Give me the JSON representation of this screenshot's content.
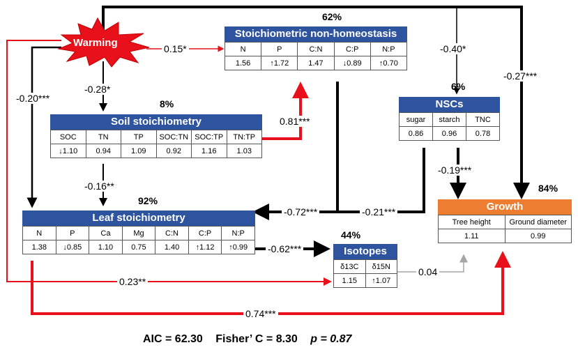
{
  "warming": {
    "label": "Warming"
  },
  "nodes": {
    "stoich_nonhomeo": {
      "title": "Stoichiometric non-homeostasis",
      "r2": "62%",
      "headers": [
        "N",
        "P",
        "C:N",
        "C:P",
        "N:P"
      ],
      "values": [
        "1.56",
        "↑1.72",
        "1.47",
        "↓0.89",
        "↑0.70"
      ]
    },
    "soil": {
      "title": "Soil stoichiometry",
      "r2": "8%",
      "headers": [
        "SOC",
        "TN",
        "TP",
        "SOC:TN",
        "SOC:TP",
        "TN:TP"
      ],
      "values": [
        "↓1.10",
        "0.94",
        "1.09",
        "0.92",
        "1.16",
        "1.03"
      ]
    },
    "nscs": {
      "title": "NSCs",
      "r2": "6%",
      "headers": [
        "sugar",
        "starch",
        "TNC"
      ],
      "values": [
        "0.86",
        "0.96",
        "0.78"
      ]
    },
    "leaf": {
      "title": "Leaf stoichiometry",
      "r2": "92%",
      "headers": [
        "N",
        "P",
        "Ca",
        "Mg",
        "C:N",
        "C:P",
        "N:P"
      ],
      "values": [
        "1.38",
        "↓0.85",
        "1.10",
        "0.75",
        "1.40",
        "↑1.12",
        "↑0.99"
      ]
    },
    "isotopes": {
      "title": "Isotopes",
      "r2": "44%",
      "headers": [
        "δ13C",
        "δ15N"
      ],
      "values": [
        "1.15",
        "↑1.07"
      ]
    },
    "growth": {
      "title": "Growth",
      "r2": "84%",
      "headers": [
        "Tree height",
        "Ground diameter"
      ],
      "values": [
        "1.11",
        "0.99"
      ]
    }
  },
  "paths": {
    "warming_nonhomeo": "0.15*",
    "warming_soil": "-0.28*",
    "warming_leaf": "-0.20***",
    "warming_nsc": "-0.40*",
    "warming_growth": "-0.27***",
    "soil_nonhomeo": "0.81***",
    "soil_leaf": "-0.16**",
    "nonhomeo_leaf": "-0.72***",
    "nsc_leaf": "-0.21***",
    "nsc_growth": "-0.19***",
    "leaf_isotopes": "-0.62***",
    "isotopes_growth": "0.04",
    "warming_isotopes": "0.23**",
    "leaf_growth": "0.74***"
  },
  "colors": {
    "positive": "#e8101a",
    "negative": "#000000",
    "nonsig": "#a6a6a6",
    "header_blue": "#2e54a0",
    "header_orange": "#ed7d31"
  },
  "fit": {
    "aic": "AIC =  62.30",
    "fisher": "Fisher’ C = 8.30",
    "p": "p = 0.87"
  }
}
